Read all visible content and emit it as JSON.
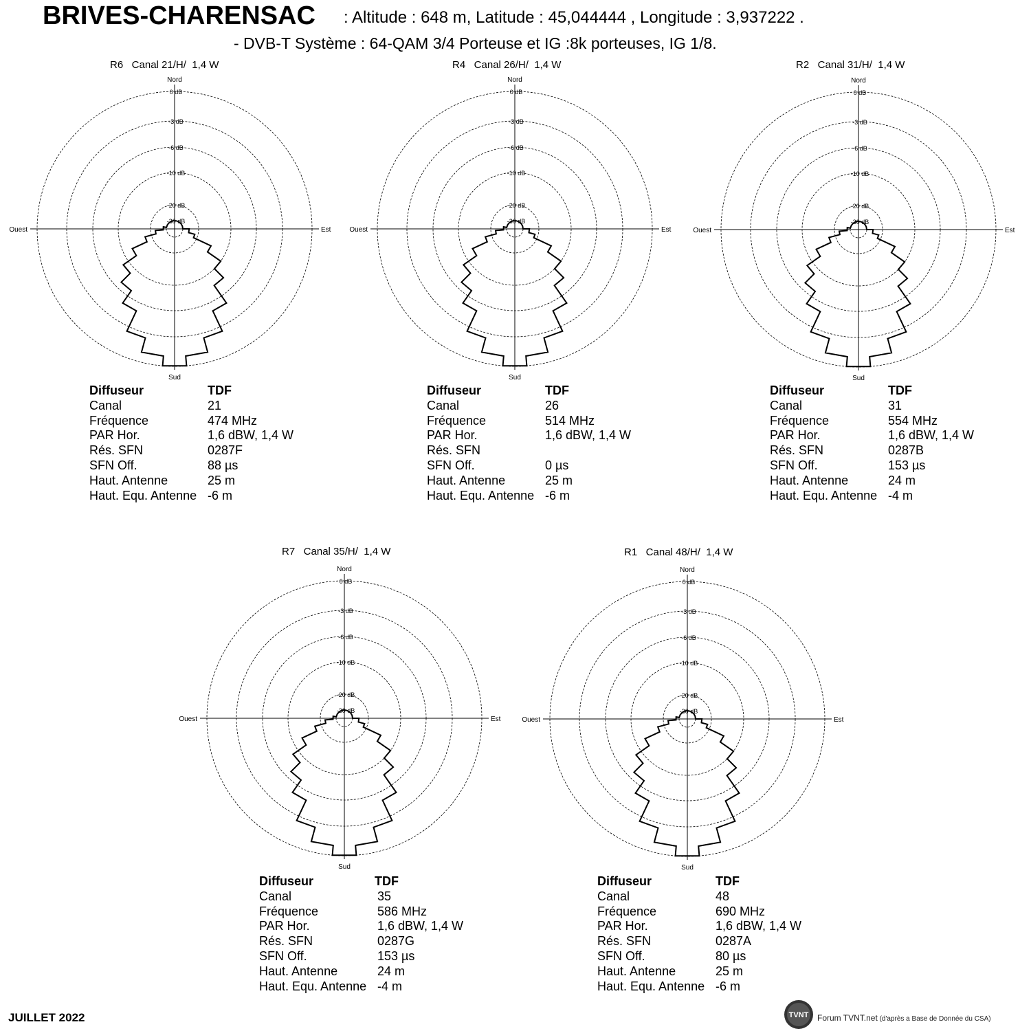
{
  "header": {
    "site": "BRIVES-CHARENSAC",
    "coords": ": Altitude : 648 m,  Latitude : 45,044444 ,  Longitude : 3,937222 .",
    "system": "- DVB-T  Système : 64-QAM 3/4    Porteuse et IG :8k porteuses, IG 1/8."
  },
  "axis_labels": {
    "north": "Nord",
    "south": "Sud",
    "east": "Est",
    "west": "Ouest"
  },
  "ring_labels": [
    "0 dB",
    "-3 dB",
    "-6 dB",
    "-10 dB",
    "-20 dB",
    "-30 dB"
  ],
  "info_labels": {
    "diffuseur": "Diffuseur",
    "canal": "Canal",
    "frequence": "Fréquence",
    "par": "PAR Hor.",
    "sfn_res": "Rés. SFN",
    "sfn_off": "SFN Off.",
    "haut": "Haut. Antenne",
    "haut_equ": "Haut. Equ. Antenne"
  },
  "transmitters": [
    {
      "mux": "R6",
      "header": "R6   Canal 21/H/  1,4 W",
      "diffuseur": "TDF",
      "canal": "21",
      "frequence": "474 MHz",
      "par": "1,6 dBW, 1,4 W",
      "sfn_res": "0287F",
      "sfn_off": "88 µs",
      "haut": "25 m",
      "haut_equ": "-6 m"
    },
    {
      "mux": "R4",
      "header": "R4   Canal 26/H/  1,4 W",
      "diffuseur": "TDF",
      "canal": "26",
      "frequence": "514 MHz",
      "par": "1,6 dBW, 1,4 W",
      "sfn_res": "",
      "sfn_off": "0 µs",
      "haut": "25 m",
      "haut_equ": "-6 m"
    },
    {
      "mux": "R2",
      "header": "R2   Canal 31/H/  1,4 W",
      "diffuseur": "TDF",
      "canal": "31",
      "frequence": "554 MHz",
      "par": "1,6 dBW, 1,4 W",
      "sfn_res": "0287B",
      "sfn_off": "153 µs",
      "haut": "24 m",
      "haut_equ": "-4 m"
    },
    {
      "mux": "R7",
      "header": "R7   Canal 35/H/  1,4 W",
      "diffuseur": "TDF",
      "canal": "35",
      "frequence": "586 MHz",
      "par": "1,6 dBW, 1,4 W",
      "sfn_res": "0287G",
      "sfn_off": "153 µs",
      "haut": "24 m",
      "haut_equ": "-4 m"
    },
    {
      "mux": "R1",
      "header": "R1   Canal 48/H/  1,4 W",
      "diffuseur": "TDF",
      "canal": "48",
      "frequence": "690 MHz",
      "par": "1,6 dBW, 1,4 W",
      "sfn_res": "0287A",
      "sfn_off": "80 µs",
      "haut": "25 m",
      "haut_equ": "-6 m"
    }
  ],
  "pattern": {
    "bearings_deg": [
      0,
      20,
      40,
      60,
      80,
      100,
      110,
      120,
      130,
      140,
      150,
      160,
      170,
      180,
      190,
      200,
      210,
      220,
      230,
      240,
      250,
      260,
      270,
      290,
      310,
      330,
      350
    ],
    "relative_db": [
      -30,
      -30,
      -30,
      -30,
      -30,
      -26,
      -22,
      -15,
      -10,
      -8,
      -5,
      -2.5,
      -1,
      0,
      -1,
      -2.5,
      -5,
      -7,
      -9,
      -13,
      -18,
      -23,
      -28,
      -30,
      -30,
      -30,
      -30
    ]
  },
  "footer": {
    "date": "JUILLET 2022",
    "logo_text": "TVNT",
    "credit": "Forum TVNT.net",
    "credit_note": " (d'après a Base de Donnée du CSA)"
  }
}
